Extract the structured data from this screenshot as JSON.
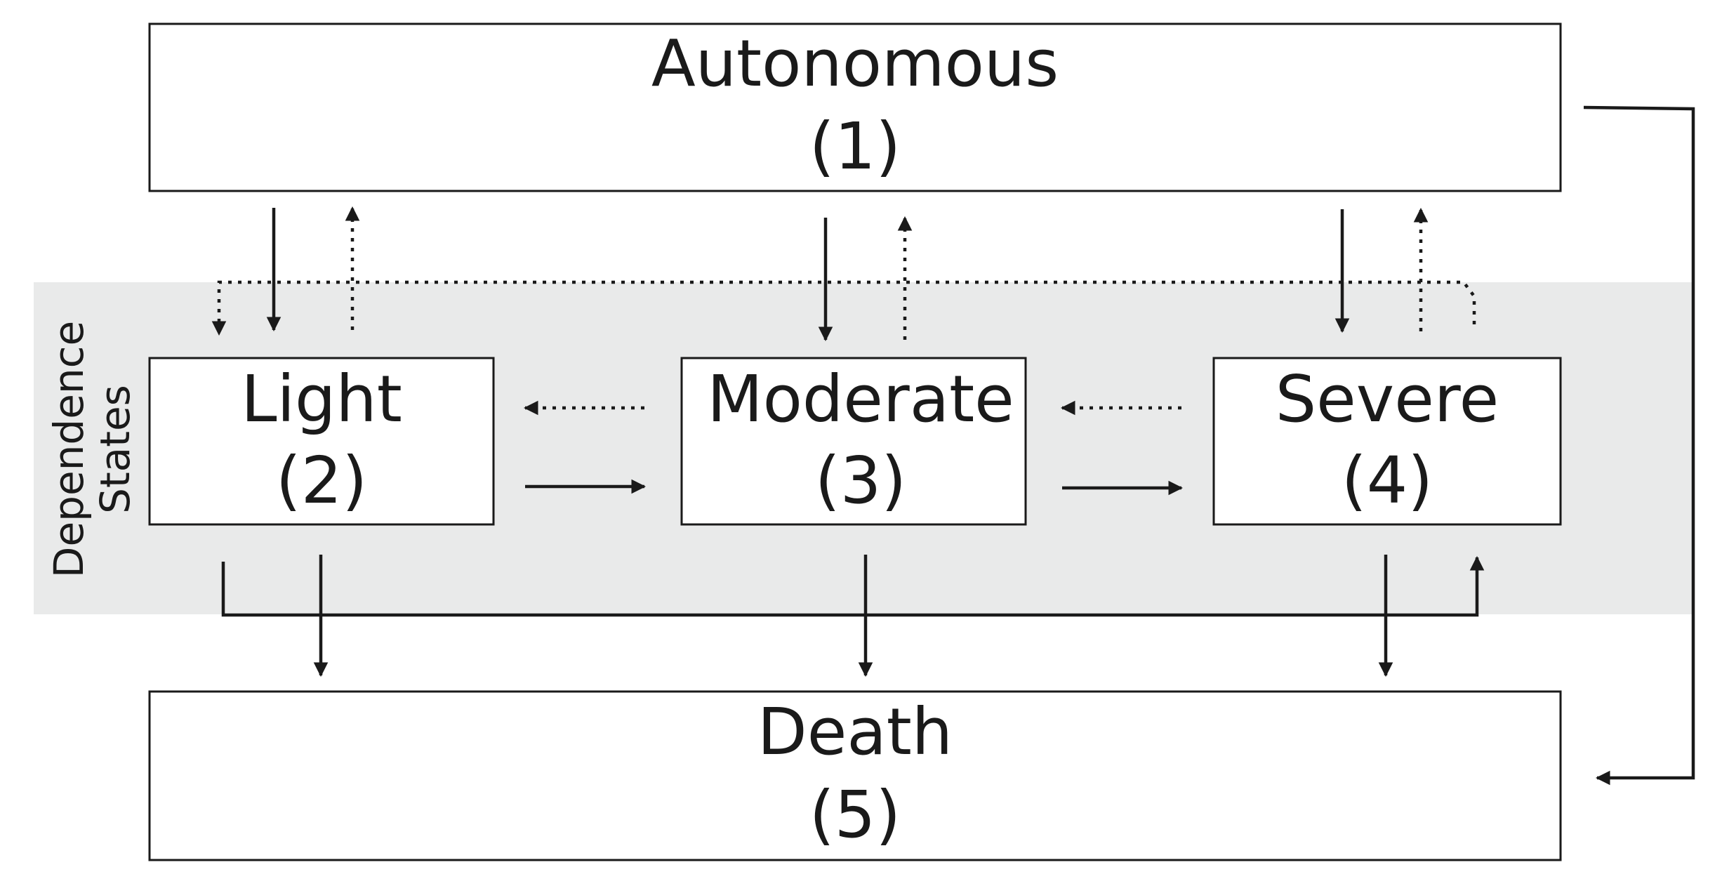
{
  "band": {
    "label_line1": "Dependence",
    "label_line2": "States",
    "color": "#e9eaea"
  },
  "states": {
    "autonomous": {
      "name": "Autonomous",
      "number": "(1)"
    },
    "light": {
      "name": "Light",
      "number": "(2)"
    },
    "moderate": {
      "name": "Moderate",
      "number": "(3)"
    },
    "severe": {
      "name": "Severe",
      "number": "(4)"
    },
    "death": {
      "name": "Death",
      "number": "(5)"
    }
  },
  "colors": {
    "stroke": "#1a1a1a",
    "box_fill": "#ffffff"
  }
}
